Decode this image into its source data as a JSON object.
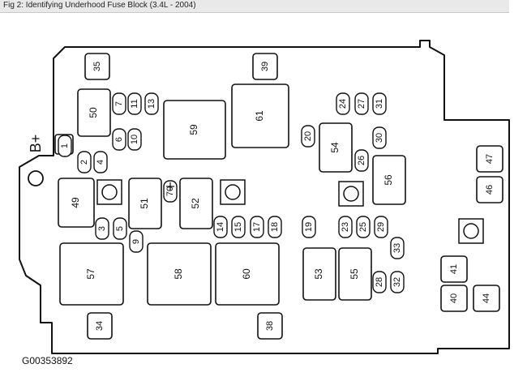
{
  "caption": "Fig 2: Identifying Underhood Fuse Block (3.4L - 2004)",
  "footer_code": "G00353892",
  "terminal_label": "B+",
  "relays": [
    "35",
    "50",
    "59",
    "61",
    "39",
    "54",
    "56",
    "49",
    "51",
    "52",
    "57",
    "58",
    "60",
    "53",
    "55",
    "47",
    "46",
    "41",
    "40",
    "44",
    "34",
    "38"
  ],
  "fuses": [
    "7",
    "11",
    "13",
    "6",
    "10",
    "1",
    "2",
    "4",
    "3",
    "5",
    "9",
    "14",
    "15",
    "17",
    "18",
    "19",
    "23",
    "25",
    "29",
    "20",
    "24",
    "27",
    "31",
    "30",
    "26",
    "33",
    "28",
    "32",
    "70"
  ]
}
